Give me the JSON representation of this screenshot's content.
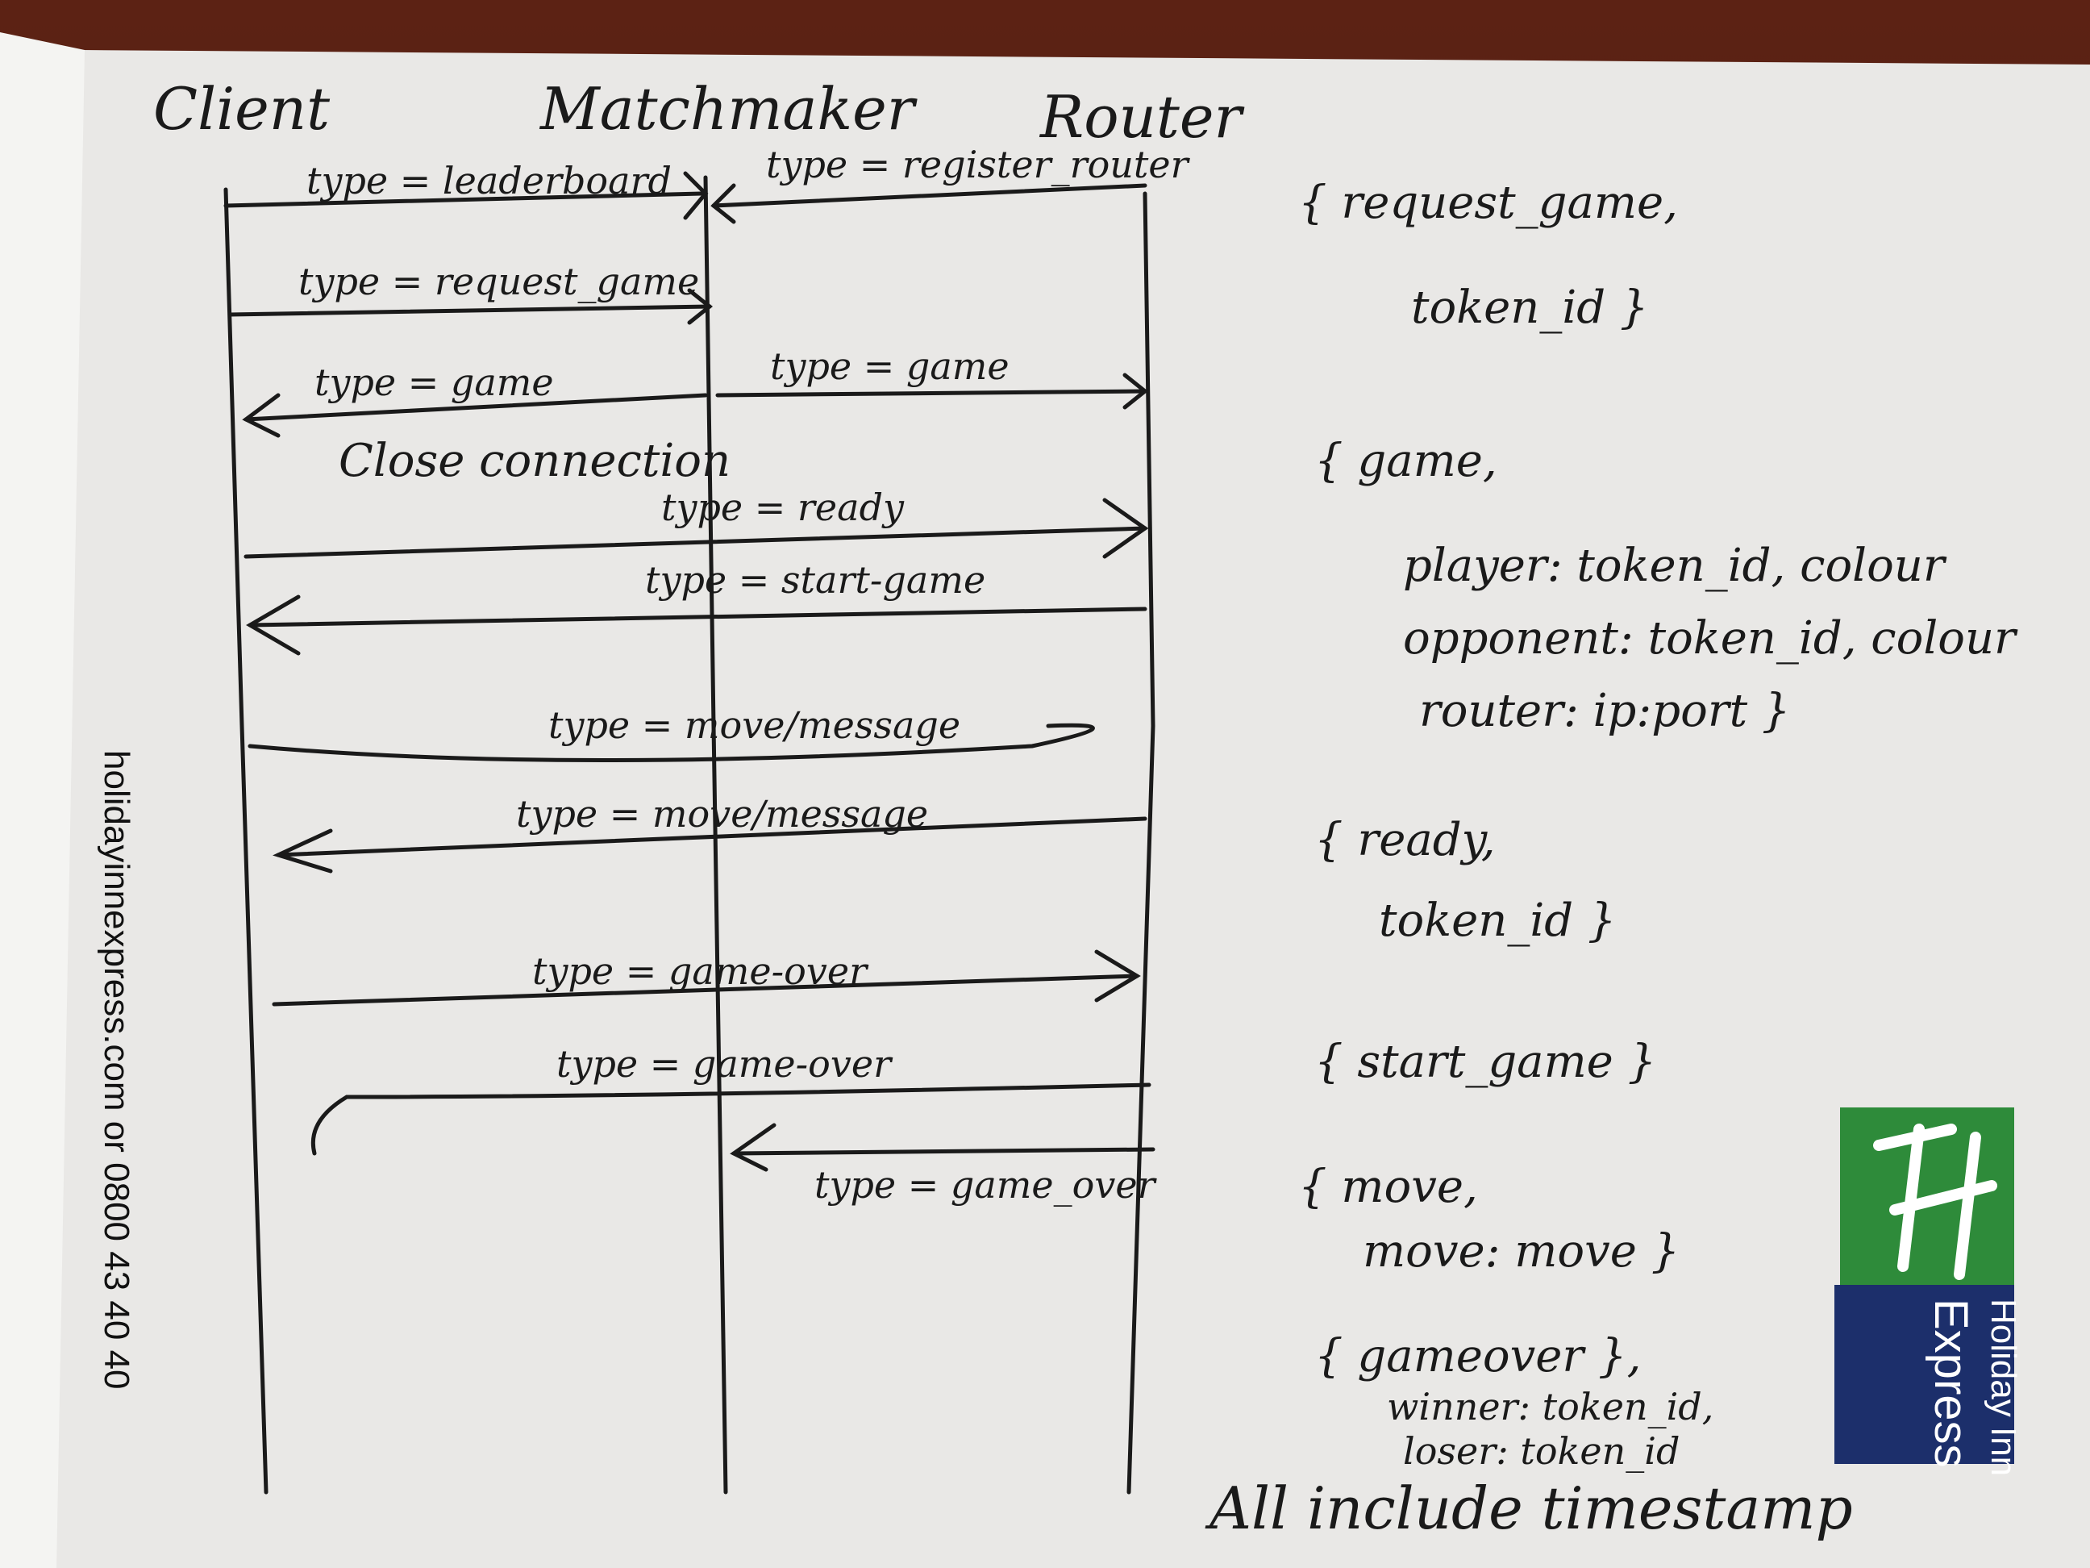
{
  "lifelines": {
    "client": "Client",
    "matchmaker": "Matchmaker",
    "router": "Router"
  },
  "messages": [
    {
      "id": "leaderboard",
      "label": "type = leaderboard",
      "from": "client",
      "to": "matchmaker"
    },
    {
      "id": "register-router",
      "label": "type = register_router",
      "from": "router",
      "to": "matchmaker"
    },
    {
      "id": "request-game",
      "label": "type = request_game",
      "from": "client",
      "to": "matchmaker"
    },
    {
      "id": "game-to-client",
      "label": "type = game",
      "from": "matchmaker",
      "to": "client"
    },
    {
      "id": "game-to-router",
      "label": "type = game",
      "from": "matchmaker",
      "to": "router"
    },
    {
      "id": "close-connection",
      "label": "Close connection"
    },
    {
      "id": "ready",
      "label": "type = ready",
      "from": "client",
      "to": "router"
    },
    {
      "id": "start-game",
      "label": "type = start-game",
      "from": "router",
      "to": "client"
    },
    {
      "id": "move-out",
      "label": "type = move/message",
      "from": "client",
      "to": "router"
    },
    {
      "id": "move-in",
      "label": "type = move/message",
      "from": "router",
      "to": "client"
    },
    {
      "id": "game-over-out",
      "label": "type = game-over",
      "from": "client",
      "to": "router"
    },
    {
      "id": "game-over-in",
      "label": "type = game-over",
      "from": "router",
      "to": "client"
    },
    {
      "id": "game-over-mm",
      "label": "type = game_over",
      "from": "router",
      "to": "matchmaker"
    }
  ],
  "notes": {
    "request_game_1": "{ request_game,",
    "request_game_2": "token_id }",
    "game_1": "{ game,",
    "game_2": "player: token_id, colour",
    "game_3": "opponent: token_id, colour",
    "game_4": "router: ip:port }",
    "ready_1": "{ ready,",
    "ready_2": "token_id }",
    "start_game": "{ start_game }",
    "move_1": "{ move,",
    "move_2": "move: move }",
    "game_over_1": "{ gameover },",
    "game_over_2": "winner: token_id,",
    "game_over_3": "loser: token_id",
    "all_include": "All include timestamp"
  },
  "sidebar_text": "holidayinnexpress.com or 0800 43 40 40",
  "logo": {
    "line1": "Holiday Inn",
    "line2": "Express",
    "green": "#2e8b3a",
    "navy": "#1c2f6b"
  },
  "colors": {
    "paper": "#e9e8e6",
    "ink": "#1a1a1a",
    "background": "#4a1a10"
  }
}
